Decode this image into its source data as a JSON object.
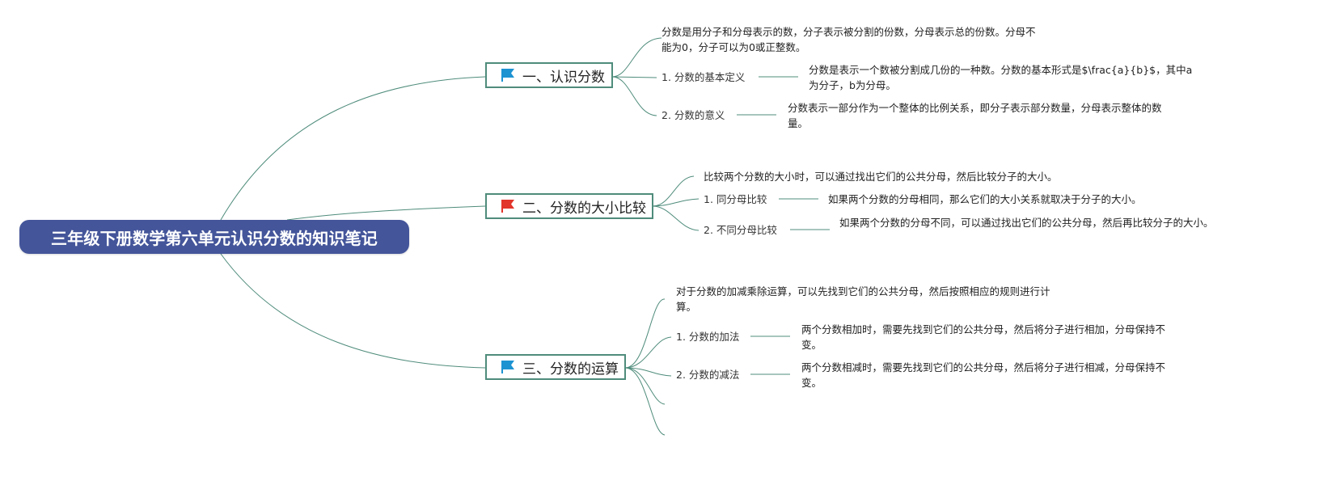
{
  "root": {
    "title": "三年级下册数学第六单元认识分数的知识笔记"
  },
  "colors": {
    "root_bg": "#44559a",
    "connector": "#4f8c7b",
    "flag_blue": "#1d93d2",
    "flag_red": "#e2352b"
  },
  "topics": [
    {
      "title": "一、认识分数",
      "flag_color": "blue",
      "intro": "分数是用分子和分母表示的数，分子表示被分割的份数，分母表示总的份数。分母不能为0，分子可以为0或正整数。",
      "items": [
        {
          "label": "1. 分数的基本定义",
          "text": "分数是表示一个数被分割成几份的一种数。分数的基本形式是$\\frac{a}{b}$，其中a为分子，b为分母。"
        },
        {
          "label": "2. 分数的意义",
          "text": "分数表示一部分作为一个整体的比例关系，即分子表示部分数量，分母表示整体的数量。"
        }
      ]
    },
    {
      "title": "二、分数的大小比较",
      "flag_color": "red",
      "intro": "比较两个分数的大小时，可以通过找出它们的公共分母，然后比较分子的大小。",
      "items": [
        {
          "label": "1. 同分母比较",
          "text": "如果两个分数的分母相同，那么它们的大小关系就取决于分子的大小。"
        },
        {
          "label": "2. 不同分母比较",
          "text": "如果两个分数的分母不同，可以通过找出它们的公共分母，然后再比较分子的大小。"
        }
      ]
    },
    {
      "title": "三、分数的运算",
      "flag_color": "blue",
      "intro": "对于分数的加减乘除运算，可以先找到它们的公共分母，然后按照相应的规则进行计算。",
      "items": [
        {
          "label": "1. 分数的加法",
          "text": "两个分数相加时，需要先找到它们的公共分母，然后将分子进行相加，分母保持不变。"
        },
        {
          "label": "2. 分数的减法",
          "text": "两个分数相减时，需要先找到它们的公共分母，然后将分子进行相减，分母保持不变。"
        }
      ]
    }
  ]
}
